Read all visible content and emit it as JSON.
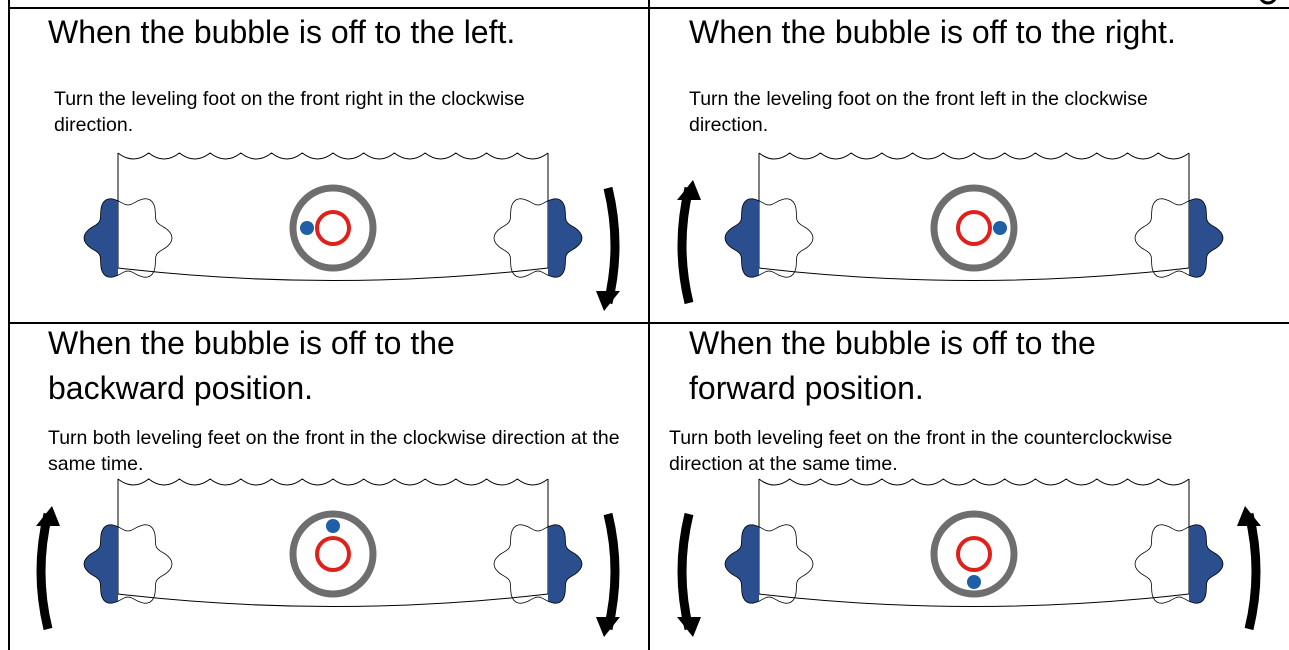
{
  "colors": {
    "foot": "#2b4f8e",
    "bubble": "#1f5fa8",
    "target_ring": "#e0201b",
    "vial": "#6e6e6e",
    "arrow": "#000000"
  },
  "panels": [
    {
      "title": "When the bubble is off to the left.",
      "instruction": "Turn the leveling foot on the front right in the clockwise direction.",
      "bubble_position": "left",
      "arrows": [
        "right-clockwise"
      ]
    },
    {
      "title": "When the bubble is off to the right.",
      "instruction": "Turn the leveling foot on the front left in the clockwise direction.",
      "bubble_position": "right",
      "arrows": [
        "left-clockwise"
      ]
    },
    {
      "title": "When the bubble is off to the backward position.",
      "instruction": "Turn both leveling feet on the front in the clockwise direction at the same time.",
      "bubble_position": "top",
      "arrows": [
        "left-clockwise",
        "right-clockwise"
      ]
    },
    {
      "title": "When the bubble is off to the forward position.",
      "instruction": "Turn both leveling feet on the front in the counterclockwise direction at the same time.",
      "bubble_position": "bottom",
      "arrows": [
        "left-counterclockwise",
        "right-counterclockwise"
      ]
    }
  ]
}
